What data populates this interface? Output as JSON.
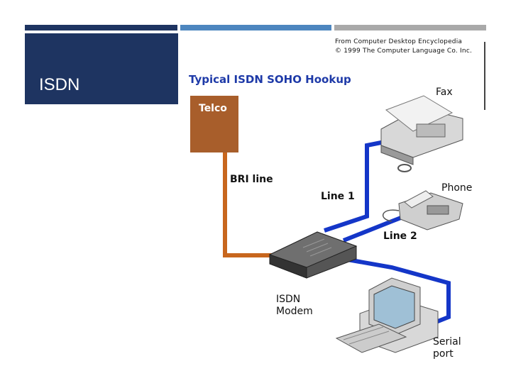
{
  "slide": {
    "title": "ISDN"
  },
  "diagram": {
    "credit_line1": "From Computer Desktop Encyclopedia",
    "credit_line2": "© 1999 The Computer Language Co. Inc.",
    "title": "Typical ISDN SOHO Hookup",
    "labels": {
      "telco": "Telco",
      "bri_line": "BRI line",
      "line1": "Line 1",
      "line2": "Line 2",
      "fax": "Fax",
      "phone": "Phone",
      "modem_line1": "ISDN",
      "modem_line2": "Modem",
      "serial_line1": "Serial",
      "serial_line2": "port"
    },
    "colors": {
      "telco": "#a85e2b",
      "bri_line": "#c8661d",
      "isdn_lines": "#1436c8",
      "title_text": "#1e3aa8"
    }
  }
}
